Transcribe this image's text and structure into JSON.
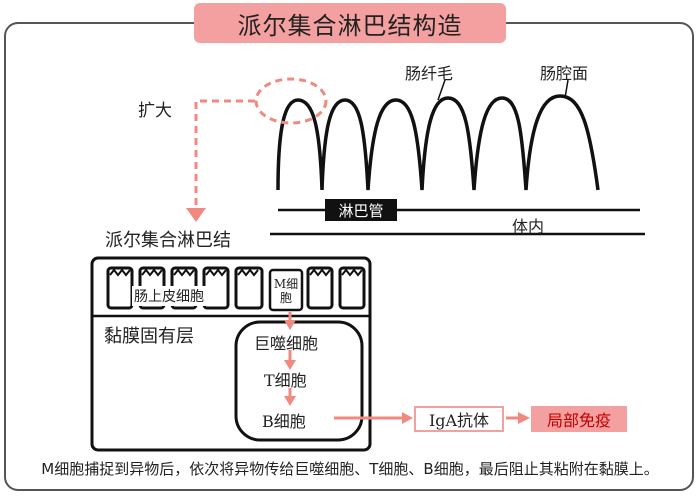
{
  "title": "派尔集合淋巴结构造",
  "labels": {
    "expand": "扩大",
    "villi": "肠纤毛",
    "intestinal_surface": "肠腔面",
    "lymph_vessel": "淋巴管",
    "body_inside": "体内",
    "peyers_patch": "派尔集合淋巴结",
    "epithelial_cells": "肠上皮细胞",
    "m_cell": "M细胞",
    "lamina_propria": "黏膜固有层",
    "macrophage": "巨噬细胞",
    "t_cell": "T细胞",
    "b_cell": "B细胞",
    "iga_antibody": "IgA抗体",
    "local_immunity": "局部免疫"
  },
  "caption": "M细胞捕捉到异物后，依次将异物传给巨噬细胞、T细胞、B细胞，最后阻止其粘附在黏膜上。",
  "colors": {
    "accent_pink": "#f4a0a0",
    "arrow_salmon": "#f08a80",
    "text_red": "#c00000"
  }
}
